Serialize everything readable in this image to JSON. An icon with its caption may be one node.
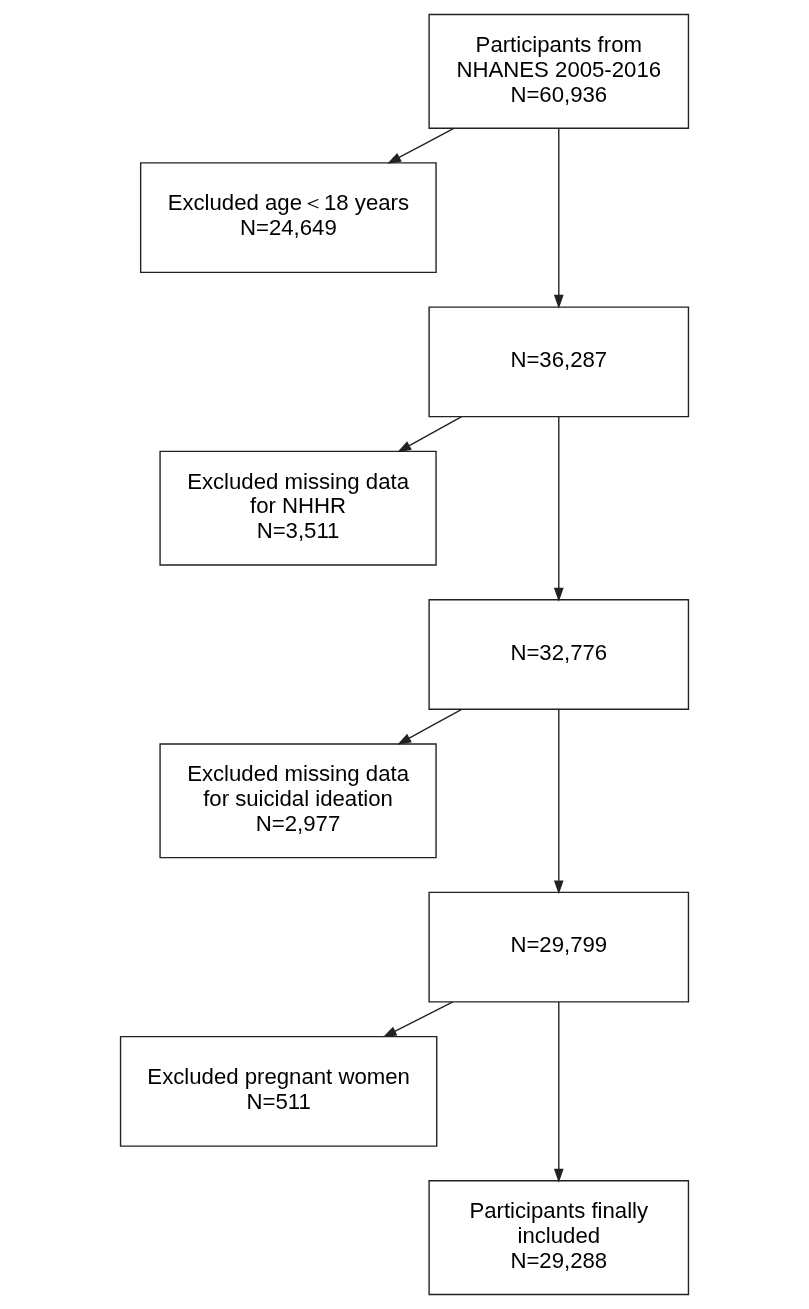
{
  "diagram": {
    "nodes": [
      {
        "text": [
          "Participants from NHANES 2005-2016",
          "N=60,936"
        ]
      },
      {
        "text": [
          "Excluded age＜18 years",
          "N=24,649"
        ]
      },
      {
        "text": [
          "N=36,287"
        ]
      },
      {
        "text": [
          "Excluded missing data for NHHR",
          "N=3,511"
        ]
      },
      {
        "text": [
          "N=32,776"
        ]
      },
      {
        "text": [
          "Excluded missing data for suicidal ideation",
          "N=2,977"
        ]
      },
      {
        "text": [
          "N=29,799"
        ]
      },
      {
        "text": [
          "Excluded pregnant women",
          "N=511"
        ]
      },
      {
        "text": [
          "Participants finally included",
          "N=29,288"
        ]
      }
    ],
    "edges": [
      {
        "from": 0,
        "to": 1,
        "arrow": "to"
      },
      {
        "from": 0,
        "to": 2,
        "arrow": "to"
      },
      {
        "from": 2,
        "to": 3,
        "arrow": "to"
      },
      {
        "from": 2,
        "to": 4,
        "arrow": "to"
      },
      {
        "from": 4,
        "to": 5,
        "arrow": "to"
      },
      {
        "from": 4,
        "to": 6,
        "arrow": "to"
      },
      {
        "from": 6,
        "to": 7,
        "arrow": "to"
      },
      {
        "from": 6,
        "to": 8,
        "arrow": "to"
      }
    ]
  }
}
